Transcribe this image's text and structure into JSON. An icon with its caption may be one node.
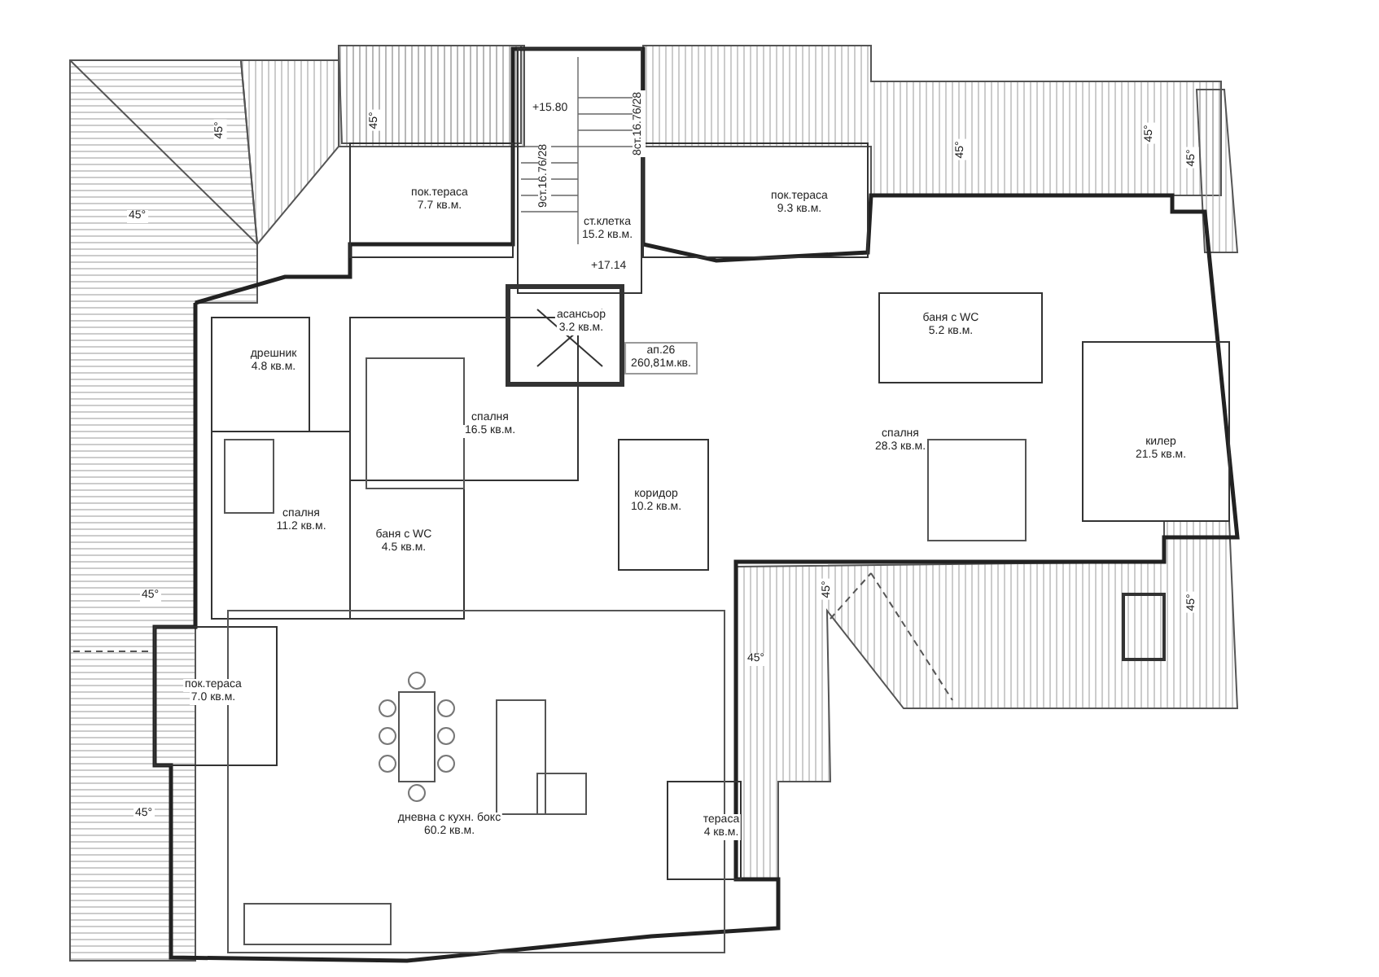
{
  "diagram": {
    "nodes": [
      {
        "text": [
          "пок.тераса",
          "7.7 кв.м."
        ]
      },
      {
        "text": [
          "ст.клетка",
          "15.2 кв.м."
        ]
      },
      {
        "text": [
          "пок.тераса",
          "9.3 кв.м."
        ]
      },
      {
        "text": [
          "асансьор",
          "3.2 кв.м."
        ]
      },
      {
        "text": [
          "ап.26",
          "260,81м.кв."
        ]
      },
      {
        "text": [
          "баня с WC",
          "5.2 кв.м."
        ]
      },
      {
        "text": [
          "дрешник",
          "4.8 кв.м."
        ]
      },
      {
        "text": [
          "спалня",
          "16.5 кв.м."
        ]
      },
      {
        "text": [
          "спалня",
          "28.3 кв.м."
        ]
      },
      {
        "text": [
          "килер",
          "21.5 кв.м."
        ]
      },
      {
        "text": [
          "коридор",
          "10.2 кв.м."
        ]
      },
      {
        "text": [
          "спалня",
          "11.2 кв.м."
        ]
      },
      {
        "text": [
          "баня с WC",
          "4.5 кв.м."
        ]
      },
      {
        "text": [
          "пок.тераса",
          "7.0 кв.м."
        ]
      },
      {
        "text": [
          "дневна с кухн. бокс",
          "60.2 кв.м."
        ]
      },
      {
        "text": [
          "тераса",
          "4 кв.м."
        ]
      }
    ],
    "labels": [
      "+15.80",
      "45°",
      "45°",
      "45°",
      "8ст.16.76/28",
      "45°",
      "45°",
      "9ст.16.76/28",
      "45°",
      "+17.14",
      "45°",
      "45°",
      "45°",
      "45°",
      "45°"
    ]
  }
}
